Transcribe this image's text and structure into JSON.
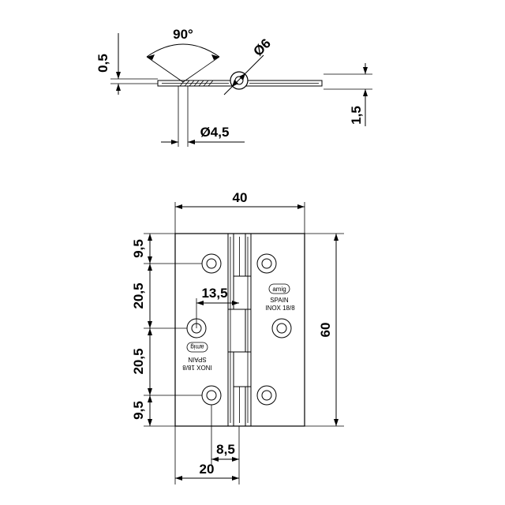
{
  "profile": {
    "thickness_label": "0,5",
    "angle_label": "90°",
    "pin_diameter_label": "Ø6",
    "hole_diameter_label": "Ø4,5",
    "knuckle_height_label": "1,5"
  },
  "front": {
    "width_label": "40",
    "height_label": "60",
    "hole_offset_label": "13,5",
    "knuckle_offset_label": "8,5",
    "half_width_label": "20",
    "vertical_spacing_labels": [
      "9,5",
      "20,5",
      "20,5",
      "9,5"
    ]
  },
  "markings": {
    "logo": "amig",
    "origin": "SPAIN",
    "material": "INOX 18/8"
  }
}
